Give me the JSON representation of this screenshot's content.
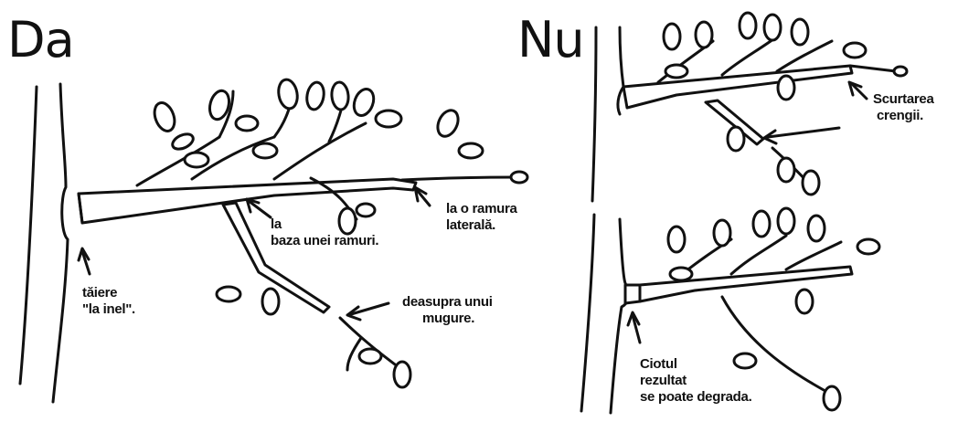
{
  "panels": {
    "yes": {
      "heading": "Da",
      "labels": {
        "ring_cut": [
          "tăiere",
          "\"la inel\"."
        ],
        "branch_base": [
          "la",
          "baza unei ramuri."
        ],
        "lateral": [
          "la o ramura",
          "laterală."
        ],
        "above_bud": [
          "deasupra unui",
          "mugure."
        ]
      }
    },
    "no": {
      "heading": "Nu",
      "labels": {
        "shortening": [
          "Scurtarea",
          "crengii."
        ],
        "stub": [
          "Ciotul",
          "rezultat",
          "se poate degrada."
        ]
      }
    }
  },
  "colors": {
    "ink": "#111111",
    "paper": "#ffffff"
  }
}
